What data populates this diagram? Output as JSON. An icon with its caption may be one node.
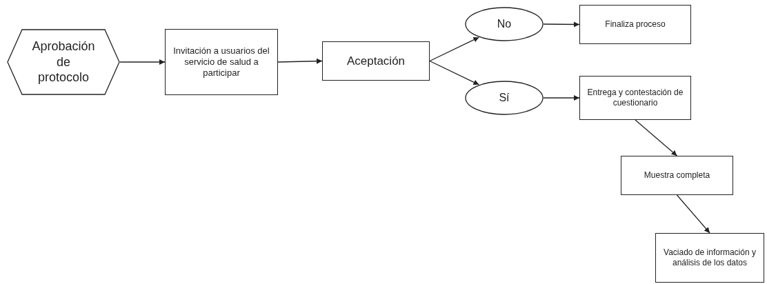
{
  "diagram": {
    "nodes": [
      {
        "text": [
          "Aprobación de protocolo"
        ]
      },
      {
        "text": [
          "Invitación a usuarios del servicio de salud a participar"
        ]
      },
      {
        "text": [
          "Aceptación"
        ]
      },
      {
        "text": [
          "No"
        ]
      },
      {
        "text": [
          "Finaliza proceso"
        ]
      },
      {
        "text": [
          "Sí"
        ]
      },
      {
        "text": [
          "Entrega y contestación de cuestionario"
        ]
      },
      {
        "text": [
          "Muestra completa"
        ]
      },
      {
        "text": [
          "Vaciado de información y análisis de los datos"
        ]
      }
    ],
    "edges": [
      {
        "from": 0,
        "to": 1,
        "arrow": "to"
      },
      {
        "from": 1,
        "to": 2,
        "arrow": "to"
      },
      {
        "from": 2,
        "to": 3,
        "arrow": "to"
      },
      {
        "from": 2,
        "to": 5,
        "arrow": "to"
      },
      {
        "from": 3,
        "to": 4,
        "arrow": "to"
      },
      {
        "from": 5,
        "to": 6,
        "arrow": "to"
      },
      {
        "from": 6,
        "to": 7,
        "arrow": "to"
      },
      {
        "from": 7,
        "to": 8,
        "arrow": "to"
      }
    ]
  }
}
